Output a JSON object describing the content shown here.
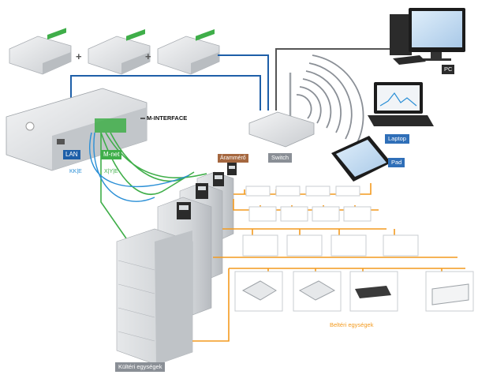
{
  "labels": {
    "m_interface": "M-INTERFACE",
    "lan": "LAN",
    "lan_cable": "KK|E",
    "mnet": "M-net",
    "mnet_cable": "X|Y|E",
    "switch": "Switch",
    "pc": "PC",
    "laptop": "Laptop",
    "pad": "Pad",
    "arammero": "Árammérő",
    "kulteri": "Kültéri egységek",
    "belteri": "Beltéri egységek",
    "plus": "+"
  },
  "colors": {
    "lan_line": "#1e5fa8",
    "mnet_line": "#3fae49",
    "indoor_line": "#f39a1e",
    "signal": "#8a8f96"
  }
}
